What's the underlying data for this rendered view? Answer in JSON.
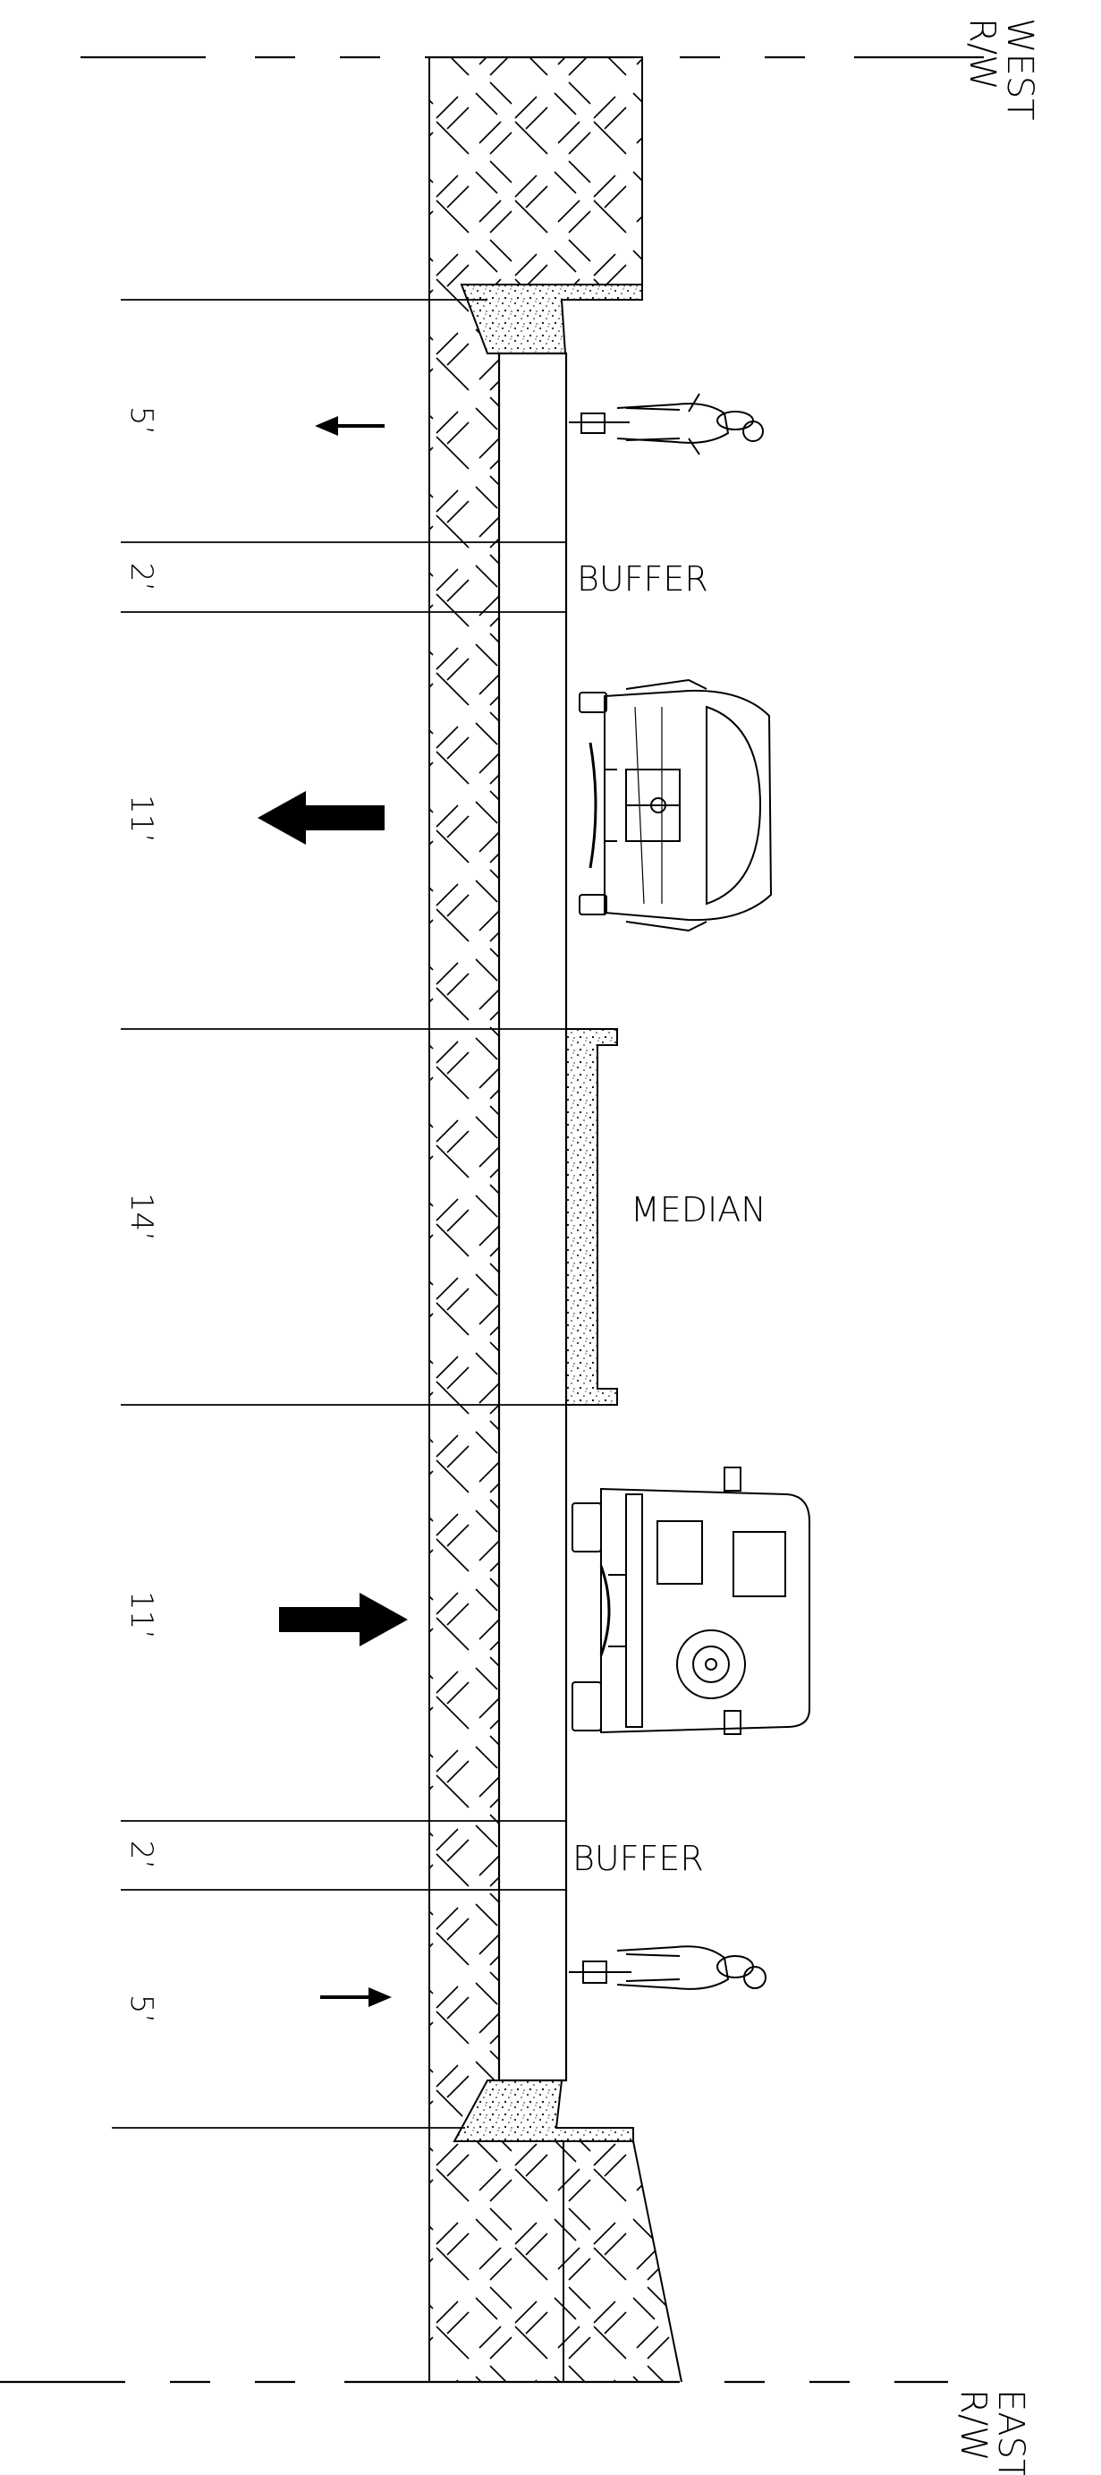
{
  "labels": {
    "west_rw_line1": "WEST",
    "west_rw_line2": "R/W",
    "east_rw_line1": "EAST",
    "east_rw_line2": "R/W",
    "buffer_top": "BUFFER",
    "buffer_bottom": "BUFFER",
    "median": "MEDIAN"
  },
  "dimensions": {
    "bike_lane_west": "5’",
    "buffer_west": "2’",
    "travel_lane_west": "11’",
    "median": "14’",
    "travel_lane_east": "11’",
    "buffer_east": "2’",
    "bike_lane_east": "5’"
  }
}
